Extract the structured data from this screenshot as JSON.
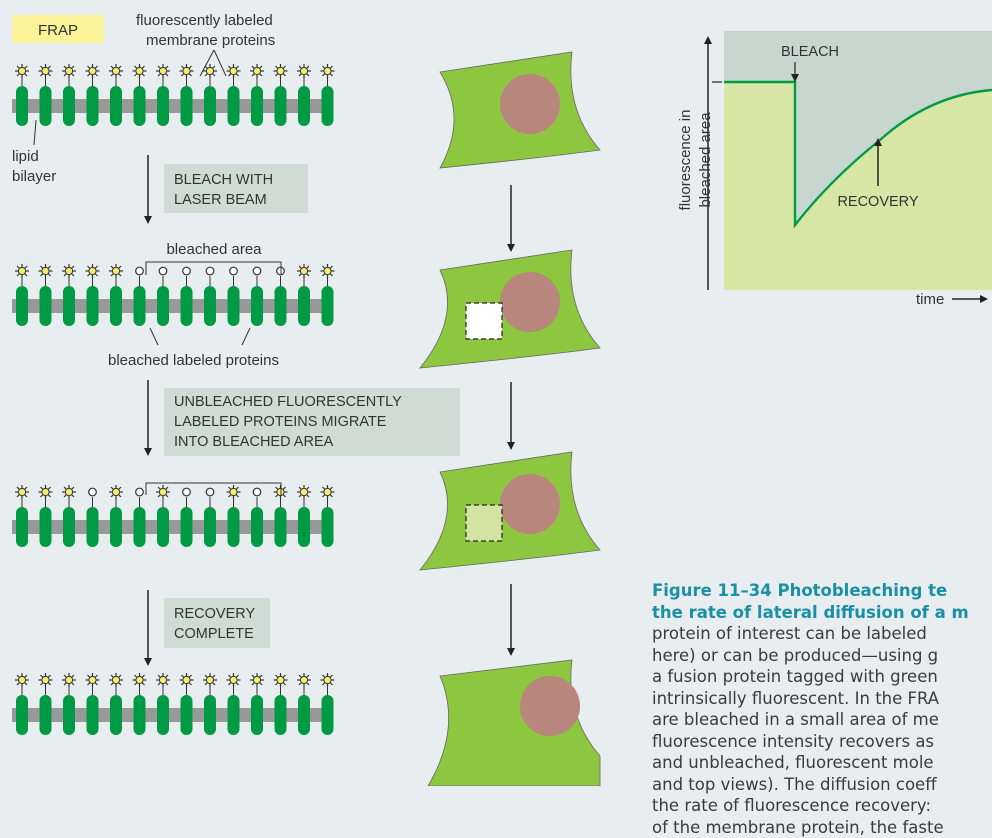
{
  "frap_label": "FRAP",
  "labels": {
    "fluor_line1": "fluorescently labeled",
    "fluor_line2": "membrane proteins",
    "lipid_line1": "lipid",
    "lipid_line2": "bilayer",
    "bleached_area": "bleached area",
    "bleached_proteins": "bleached labeled proteins"
  },
  "steps": {
    "bleach_line1": "BLEACH WITH",
    "bleach_line2": "LASER BEAM",
    "migrate_line1": "UNBLEACHED FLUORESCENTLY",
    "migrate_line2": "LABELED PROTEINS MIGRATE",
    "migrate_line3": "INTO BLEACHED AREA",
    "recovery_line1": "RECOVERY",
    "recovery_line2": "COMPLETE"
  },
  "graph": {
    "ylabel_line1": "fluorescence in",
    "ylabel_line2": "bleached area",
    "bleach_label": "BLEACH",
    "recovery_label": "RECOVERY",
    "xlabel": "time"
  },
  "caption": {
    "title_line1": "Figure 11–34 Photobleaching te",
    "title_line2": "the rate of lateral diffusion of a m",
    "lines": [
      "protein of interest can be labeled",
      "here) or can be produced—using g",
      "a fusion protein tagged with green",
      "intrinsically fluorescent. In the FRA",
      "are bleached in a small area of me",
      "fluorescence intensity recovers as",
      "and unbleached, fluorescent mole",
      "and top views). The diffusion coeff",
      "the rate of fluorescence recovery:",
      "of the membrane protein, the faste"
    ]
  },
  "colors": {
    "background": "#e8edf0",
    "membrane": "#999999",
    "protein": "#009a44",
    "fluorophore": "#f2ef6a",
    "cell": "#8dc63f",
    "nucleus": "#b8867c",
    "step_box": "#cfdcd6",
    "frap_box": "#fbf39a",
    "graph_fill": "#d8e6a5",
    "graph_top": "#c8d6d0",
    "caption_title": "#1a8fa6"
  },
  "icons": [
    "fluorophore-star-icon",
    "bleached-ring-icon",
    "down-arrow-icon"
  ]
}
